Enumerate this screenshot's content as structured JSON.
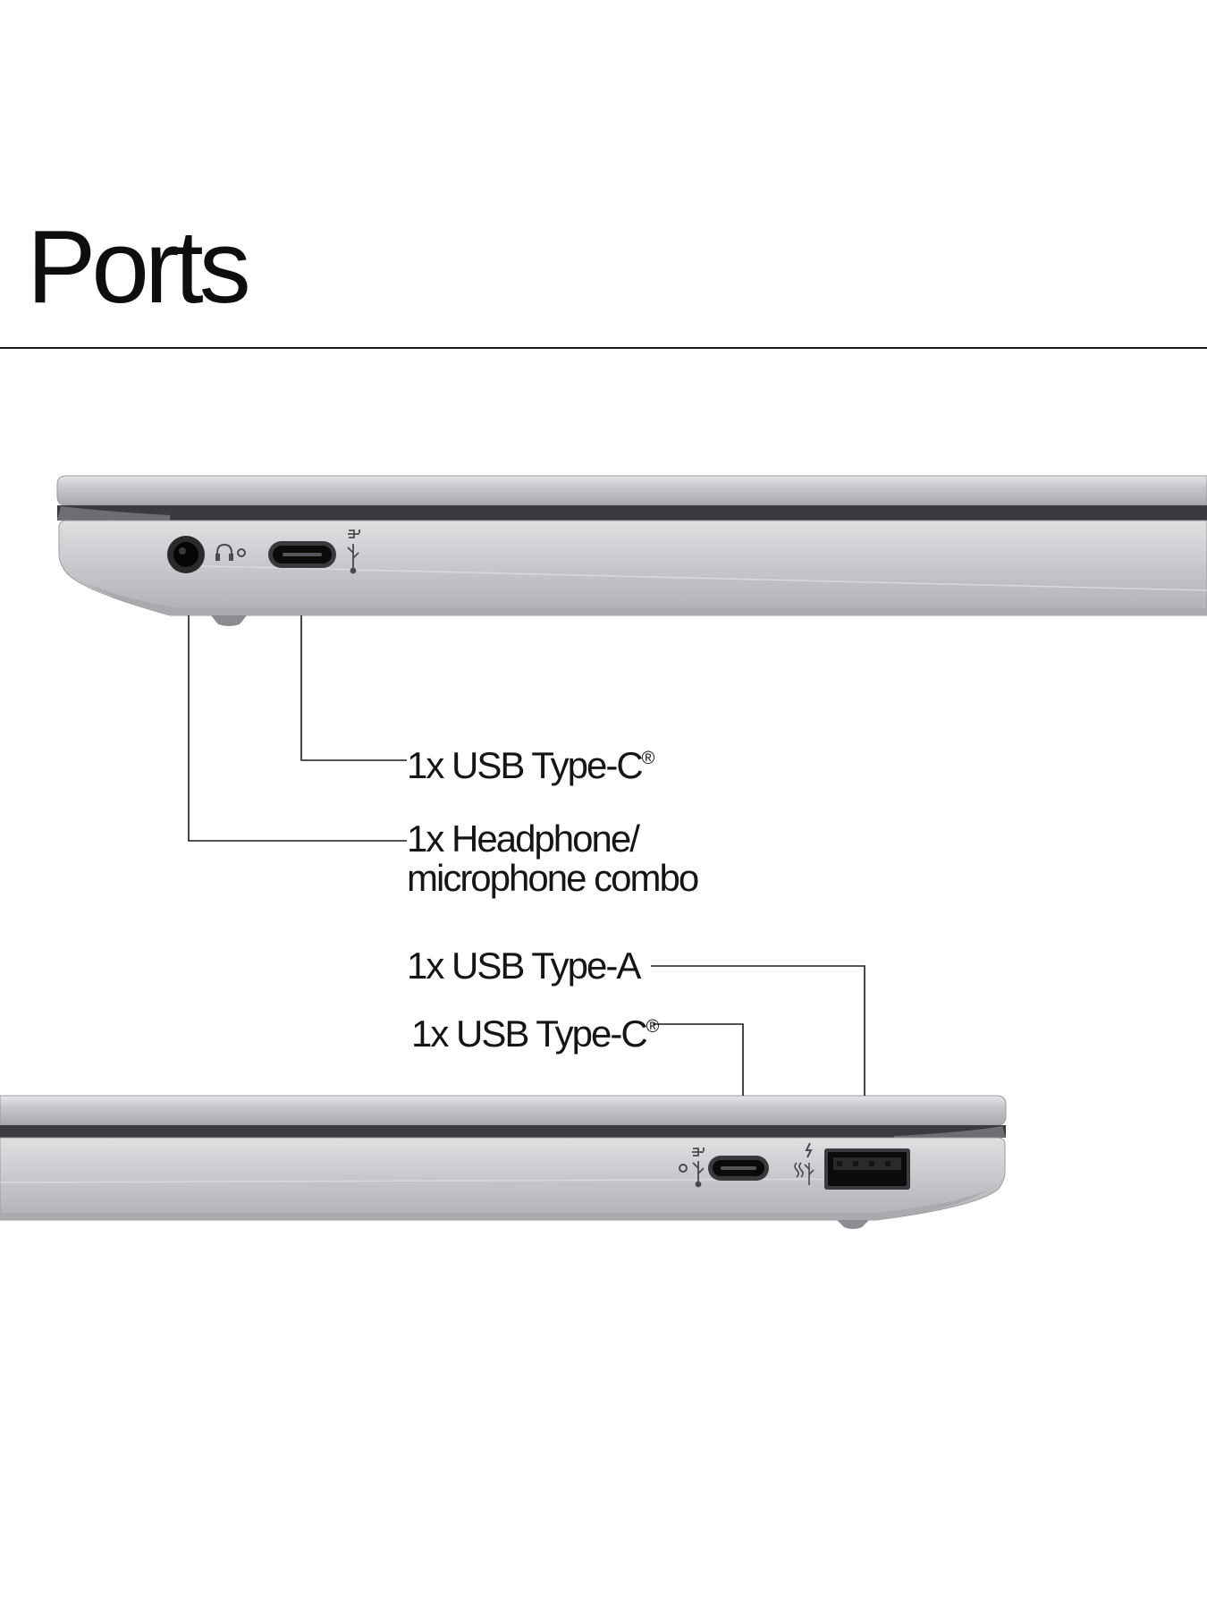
{
  "page": {
    "title": "Ports"
  },
  "left_side": {
    "callouts": [
      {
        "text": "1x USB Type-C",
        "mark": "®"
      },
      {
        "line1": "1x Headphone/",
        "line2": "microphone combo"
      }
    ],
    "ports": [
      {
        "icon": "headphone-jack-icon"
      },
      {
        "icon": "usb-c-port-icon"
      }
    ]
  },
  "right_side": {
    "callouts": [
      {
        "text": "1x USB Type-A"
      },
      {
        "text": "1x USB Type-C",
        "mark": "®"
      }
    ],
    "ports": [
      {
        "icon": "usb-c-port-icon"
      },
      {
        "icon": "usb-a-port-icon"
      }
    ]
  },
  "colors": {
    "chassis": "#bdbec2",
    "chassis_dark": "#8f9094",
    "port": "#151515",
    "text": "#151515"
  }
}
